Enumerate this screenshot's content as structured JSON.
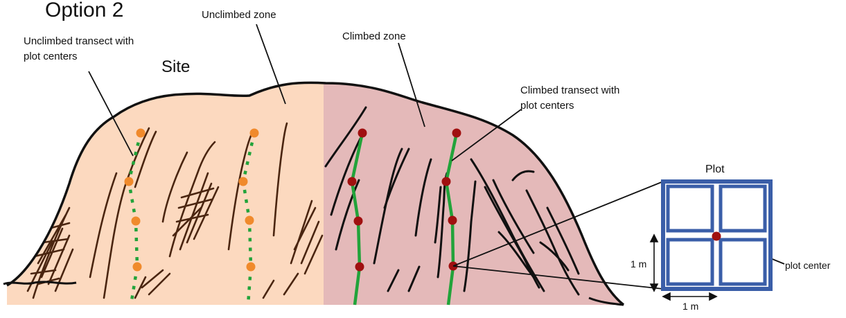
{
  "title": "Option 2",
  "labels": {
    "site": "Site",
    "unclimbed_zone": "Unclimbed zone",
    "climbed_zone": "Climbed zone",
    "unclimbed_transect_line1": "Unclimbed transect with",
    "unclimbed_transect_line2": "plot centers",
    "climbed_transect_line1": "Climbed transect with",
    "climbed_transect_line2": "plot centers",
    "plot": "Plot",
    "plot_center": "plot center",
    "dim_vertical": "1 m",
    "dim_horizontal": "1 m"
  },
  "colors": {
    "unclimbed_fill": "#fcd9bf",
    "climbed_fill": "#e4b9b9",
    "rock_outline": "#111111",
    "crack_brown": "#4a2510",
    "crack_black": "#111111",
    "transect_green": "#22a33a",
    "unclimbed_point": "#f08a2c",
    "climbed_point": "#a01010",
    "plot_blue": "#3a5ea8",
    "plot_center_point": "#a01010"
  },
  "icons": {
    "unclimbed_plot_center": "orange-dot-icon",
    "climbed_plot_center": "dark-red-dot-icon",
    "plot_quadrat": "quadrat-grid-icon"
  }
}
